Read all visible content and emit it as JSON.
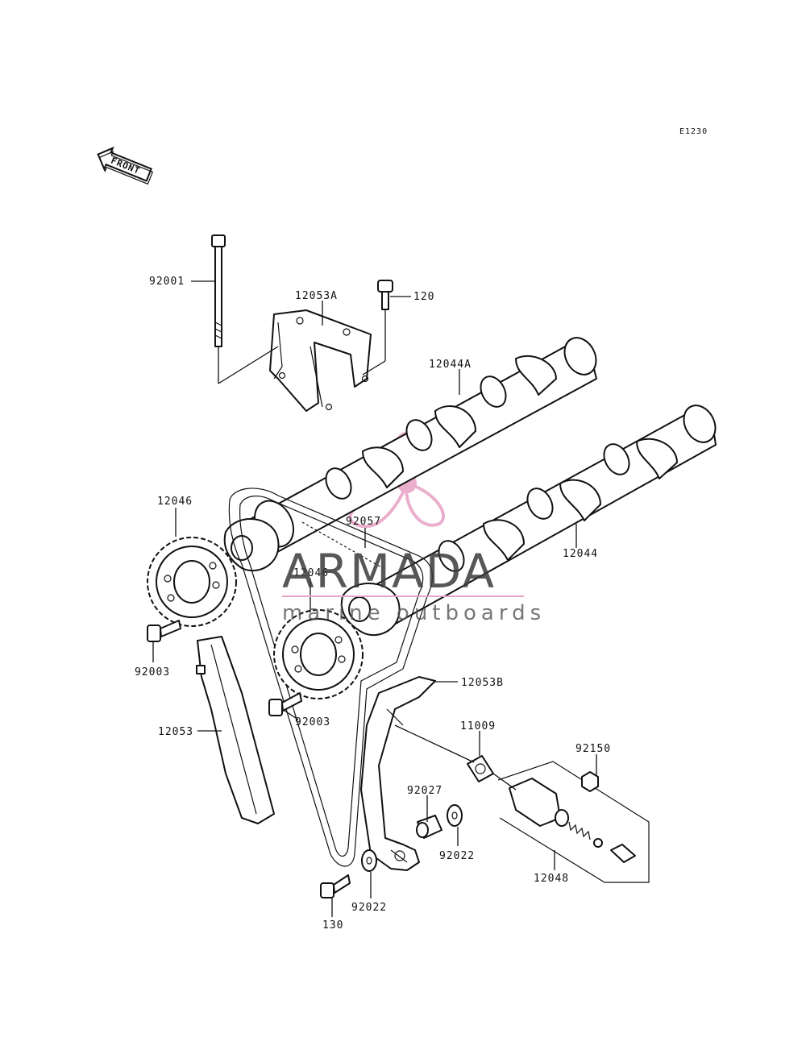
{
  "diagram_code": "E1230",
  "front_label": "FRONT",
  "watermark": {
    "title": "ARMADA",
    "subtitle": "marine outboards",
    "accent_color": "#e8a2c6"
  },
  "parts": {
    "p92001": "92001",
    "p12053A": "12053A",
    "p120": "120",
    "p12044A": "12044A",
    "p12046_a": "12046",
    "p92057": "92057",
    "p12044": "12044",
    "p12046_b": "12046",
    "p92003_a": "92003",
    "p12053B": "12053B",
    "p12053": "12053",
    "p92003_b": "92003",
    "p11009": "11009",
    "p92150": "92150",
    "p92027": "92027",
    "p92022_a": "92022",
    "p12048": "12048",
    "p92022_b": "92022",
    "p130": "130"
  }
}
